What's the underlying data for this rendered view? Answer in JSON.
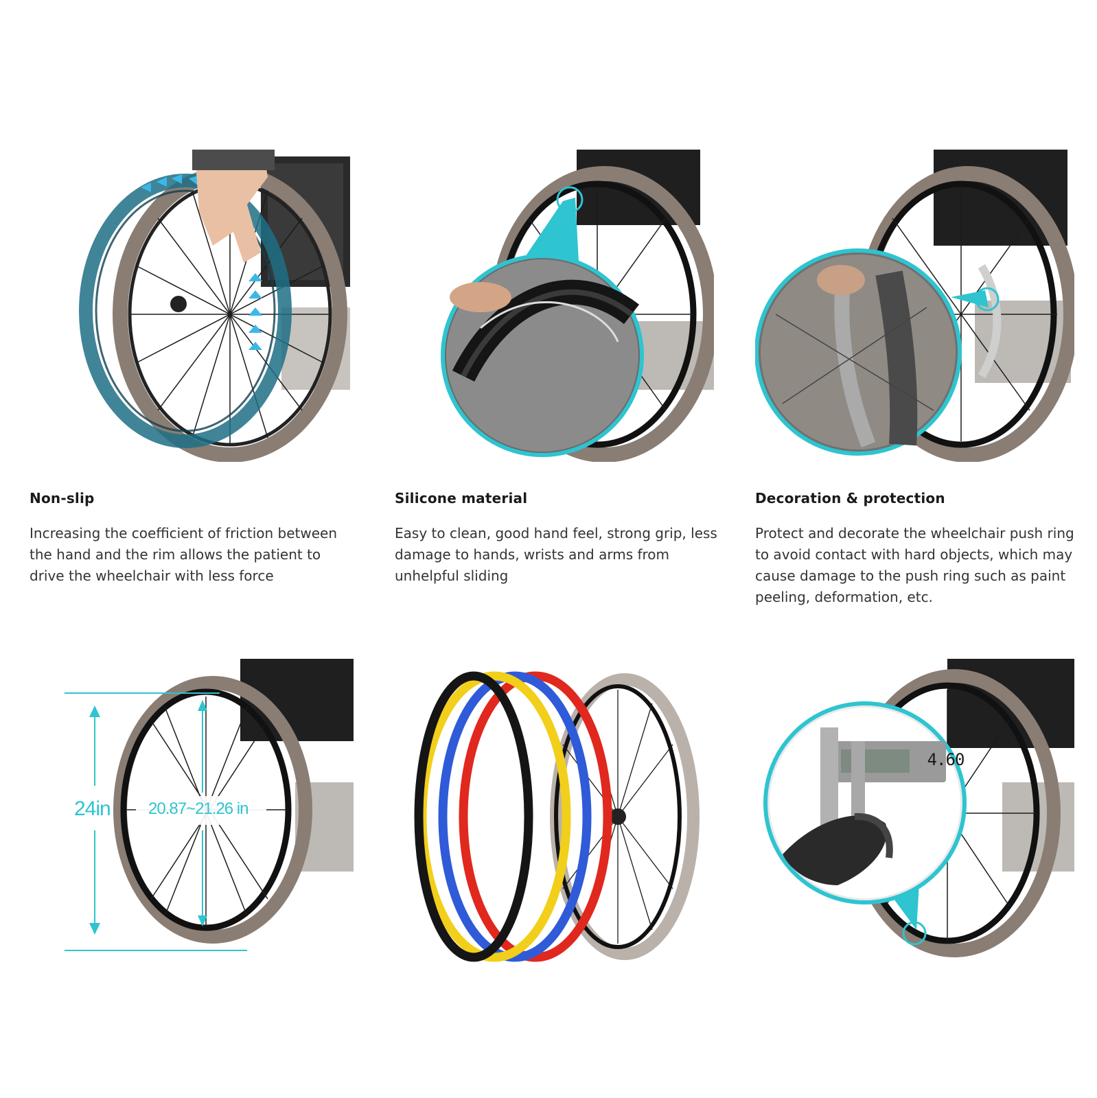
{
  "features": [
    {
      "title": "Non-slip",
      "body": "Increasing the coefficient of friction between the hand and the rim allows the patient to drive the wheelchair with less force"
    },
    {
      "title": "Silicone material",
      "body": "Easy to clean, good hand feel, strong grip, less damage to hands, wrists and arms from unhelpful sliding"
    },
    {
      "title": "Decoration & protection",
      "body": "Protect and decorate the wheelchair push ring to avoid contact with hard objects, which may cause damage to the push ring such as paint peeling, deformation, etc."
    }
  ],
  "dimensions": {
    "outer": "24in",
    "inner": "20.87~21.26 in"
  },
  "caliper_reading": "4.60",
  "colors": {
    "accent": "#2ec4d0",
    "tire": "#8a7d74",
    "rim": "#111111",
    "ring_yellow": "#f2cf1a",
    "ring_blue": "#2f5bd8",
    "ring_red": "#e0281f",
    "ring_black": "#151515"
  }
}
